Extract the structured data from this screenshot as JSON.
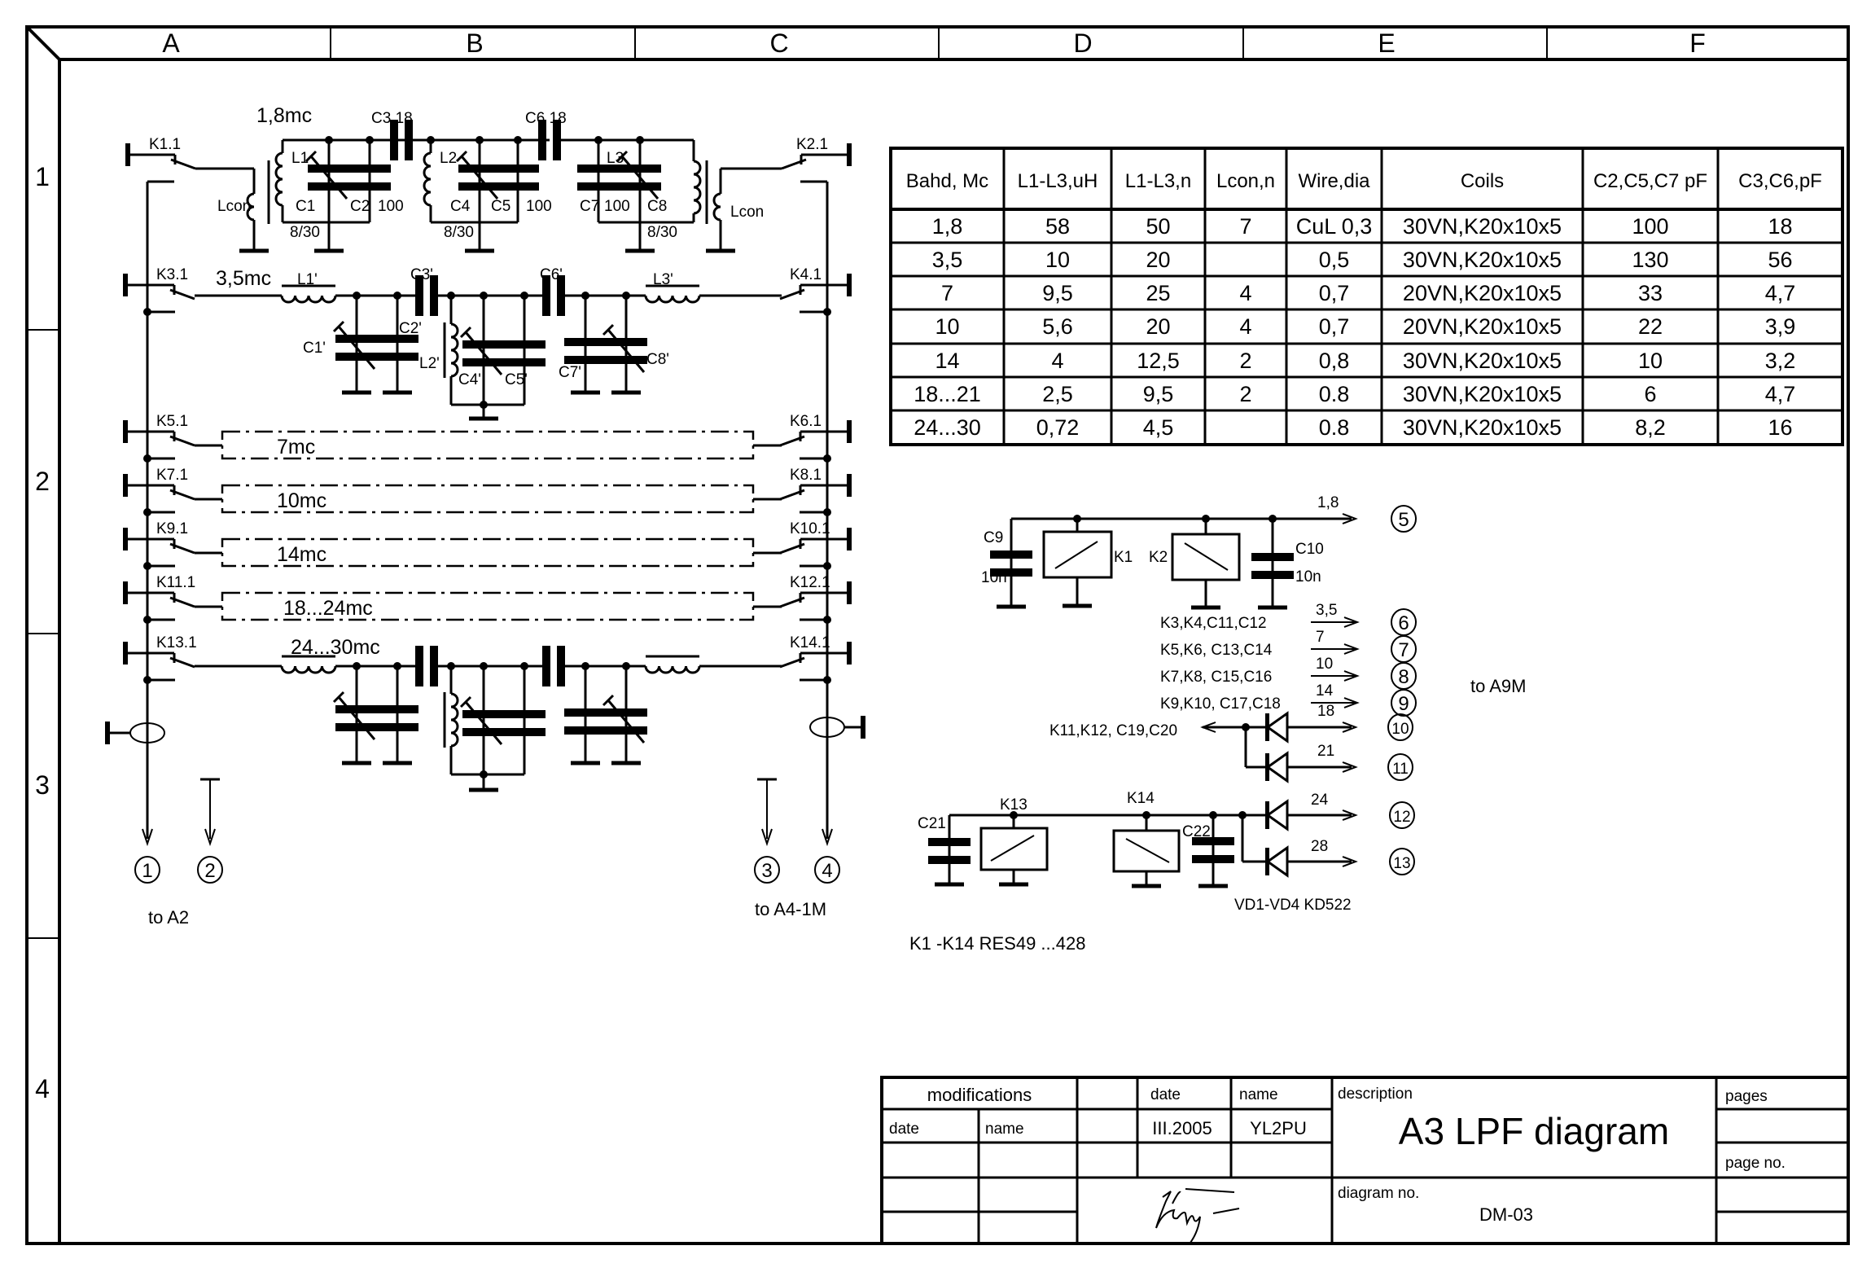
{
  "frame": {
    "columns": [
      "A",
      "B",
      "C",
      "D",
      "E",
      "F"
    ],
    "rows": [
      "1",
      "2",
      "3",
      "4"
    ]
  },
  "schematic": {
    "band_1_8": {
      "title": "1,8mc",
      "relay_left": "K1.1",
      "relay_right": "K2.1",
      "lcon_left": "Lcon",
      "lcon_right": "Lcon",
      "c3": "C3 18",
      "c6": "C6 18",
      "l1": "L1",
      "l2": "L2",
      "l3": "L3",
      "c1": "C1",
      "c2": "C2",
      "c2_val": "100",
      "c4": "C4",
      "c5": "C5",
      "c5_val": "100",
      "c7": "C7",
      "c7_val": "100",
      "c8": "C8",
      "trim1": "8/30",
      "trim2": "8/30",
      "trim3": "8/30"
    },
    "band_3_5": {
      "title": "3,5mc",
      "relay_left": "K3.1",
      "relay_right": "K4.1",
      "l1": "L1'",
      "l2": "L2'",
      "l3": "L3'",
      "c1": "C1'",
      "c2": "C2'",
      "c3": "C3'",
      "c4": "C4'",
      "c5": "C5'",
      "c6": "C6'",
      "c7": "C7'",
      "c8": "C8'"
    },
    "boxed_bands": [
      {
        "relay_left": "K5.1",
        "relay_right": "K6.1",
        "label": "7mc"
      },
      {
        "relay_left": "K7.1",
        "relay_right": "K8.1",
        "label": "10mc"
      },
      {
        "relay_left": "K9.1",
        "relay_right": "K10.1",
        "label": "14mc"
      },
      {
        "relay_left": "K11.1",
        "relay_right": "K12.1",
        "label": "18...24mc"
      }
    ],
    "band_24_30": {
      "title": "24...30mc",
      "relay_left": "K13.1",
      "relay_right": "K14.1"
    },
    "connectors": {
      "c1": "1",
      "c2": "2",
      "c3": "3",
      "c4": "4",
      "to_left": "to A2",
      "to_right": "to A4-1M"
    }
  },
  "coil_table": {
    "headers": [
      "Bahd, Mc",
      "L1-L3,uH",
      "L1-L3,n",
      "Lcon,n",
      "Wire,dia",
      "Coils",
      "C2,C5,C7 pF",
      "C3,C6,pF"
    ],
    "rows": [
      [
        "1,8",
        "58",
        "50",
        "7",
        "CuL 0,3",
        "30VN,K20x10x5",
        "100",
        "18"
      ],
      [
        "3,5",
        "10",
        "20",
        "",
        "0,5",
        "30VN,K20x10x5",
        "130",
        "56"
      ],
      [
        "7",
        "9,5",
        "25",
        "4",
        "0,7",
        "20VN,K20x10x5",
        "33",
        "4,7"
      ],
      [
        "10",
        "5,6",
        "20",
        "4",
        "0,7",
        "20VN,K20x10x5",
        "22",
        "3,9"
      ],
      [
        "14",
        "4",
        "12,5",
        "2",
        "0,8",
        "30VN,K20x10x5",
        "10",
        "3,2"
      ],
      [
        "18...21",
        "2,5",
        "9,5",
        "2",
        "0.8",
        "30VN,K20x10x5",
        "6",
        "4,7"
      ],
      [
        "24...30",
        "0,72",
        "4,5",
        "",
        "0.8",
        "30VN,K20x10x5",
        "8,2",
        "16"
      ]
    ]
  },
  "control": {
    "c9": "C9",
    "c9_val": "10n",
    "k1": "K1",
    "k2": "K2",
    "c10": "C10",
    "c10_val": "10n",
    "lines": [
      {
        "band": "1,8",
        "pin": "5",
        "label": ""
      },
      {
        "band": "3,5",
        "pin": "6",
        "label": "K3,K4,C11,C12"
      },
      {
        "band": "7",
        "pin": "7",
        "label": "K5,K6, C13,C14"
      },
      {
        "band": "10",
        "pin": "8",
        "label": "K7,K8, C15,C16"
      },
      {
        "band": "14",
        "pin": "9",
        "label": "K9,K10, C17,C18"
      },
      {
        "band": "18",
        "pin": "10",
        "label": "K11,K12, C19,C20"
      },
      {
        "band": "21",
        "pin": "11",
        "label": ""
      },
      {
        "band": "24",
        "pin": "12",
        "label": ""
      },
      {
        "band": "28",
        "pin": "13",
        "label": ""
      }
    ],
    "to_a9m": "to A9M",
    "c21": "C21",
    "k13": "K13",
    "k14": "K14",
    "c22": "C22",
    "diodes_note": "VD1-VD4 KD522",
    "relays_note": "K1 -K14 RES49 ...428"
  },
  "title_block": {
    "modifications": "modifications",
    "mod_date": "date",
    "mod_name": "name",
    "date_label": "date",
    "name_label": "name",
    "date_value": "III.2005",
    "name_value": "YL2PU",
    "description_label": "description",
    "description": "A3 LPF diagram",
    "pages_label": "pages",
    "page_no_label": "page no.",
    "diagram_no_label": "diagram no.",
    "diagram_no": "DM-03"
  }
}
